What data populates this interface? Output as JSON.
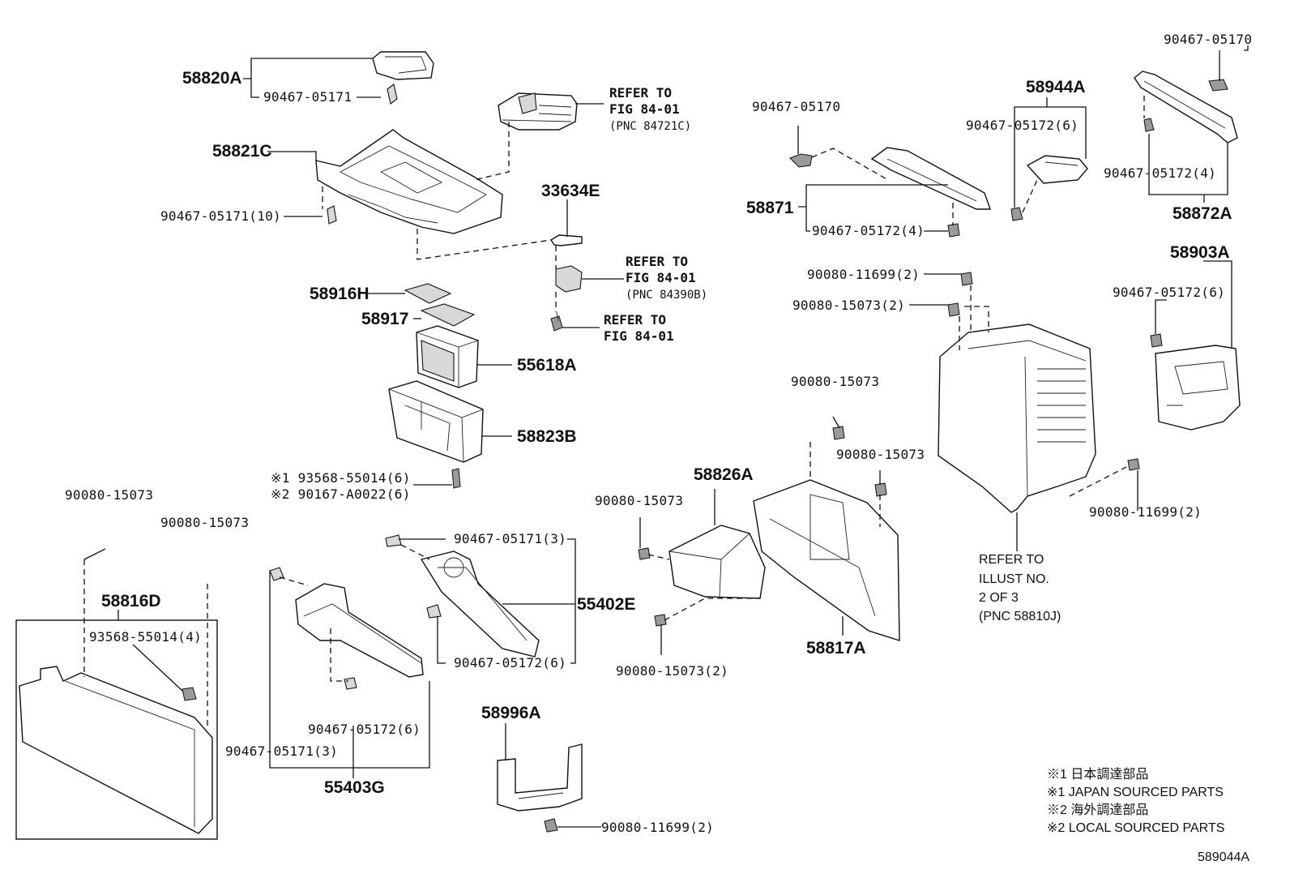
{
  "labels": {
    "p58820A": "58820A",
    "p58820A_clip": "90467-05171",
    "p58821C": "58821C",
    "p58821C_clip": "90467-05171(10)",
    "ref1_line1": "REFER TO",
    "ref1_line2": "FIG 84-01",
    "ref1_pnc": "(PNC 84721C)",
    "p33634E": "33634E",
    "ref2_line1": "REFER TO",
    "ref2_line2": "FIG 84-01",
    "ref2_pnc": "(PNC 84390B)",
    "ref3_line1": "REFER TO",
    "ref3_line2": "FIG 84-01",
    "p58916H": "58916H",
    "p58917": "58917",
    "p55618A": "55618A",
    "p58823B": "58823B",
    "mark1_93568": "※1 93568-55014(6)",
    "mark2_90167": "※2 90167-A0022(6)",
    "p90080_15073_a": "90080-15073",
    "p90080_15073_b": "90080-15073",
    "p58816D": "58816D",
    "p93568_55014_4": "93568-55014(4)",
    "p90467_05171_3_top": "90467-05171(3)",
    "p55402E": "55402E",
    "p90467_05172_6_mid": "90467-05172(6)",
    "p90467_05172_6_low": "90467-05172(6)",
    "p90467_05171_3_low": "90467-05171(3)",
    "p55403G": "55403G",
    "p58996A": "58996A",
    "p90080_11699_2_bottom": "90080-11699(2)",
    "p90080_15073_c": "90080-15073",
    "p58826A": "58826A",
    "p90080_15073_2_mid": "90080-15073(2)",
    "p90080_15073_d": "90080-15073",
    "p90080_15073_e": "90080-15073",
    "p58817A": "58817A",
    "p90467_05170_a": "90467-05170",
    "p58871": "58871",
    "p90467_05172_4_a": "90467-05172(4)",
    "p58944A": "58944A",
    "p90467_05172_6_top": "90467-05172(6)",
    "p90467_05170_b": "90467-05170",
    "p90467_05172_4_b": "90467-05172(4)",
    "p58872A": "58872A",
    "p90080_11699_2_a": "90080-11699(2)",
    "p90080_15073_2_b": "90080-15073(2)",
    "p58903A": "58903A",
    "p90467_05172_6_right": "90467-05172(6)",
    "p90080_11699_2_right": "90080-11699(2)",
    "ref4_line1": "REFER TO",
    "ref4_line2": "ILLUST NO.",
    "ref4_line3": "2 OF 3",
    "ref4_pnc": "(PNC 58810J)"
  },
  "notes": [
    "※1 日本調達部品",
    "※1 JAPAN SOURCED PARTS",
    "※2 海外調達部品",
    "※2 LOCAL SOURCED PARTS"
  ],
  "illustration_id": "589044A"
}
